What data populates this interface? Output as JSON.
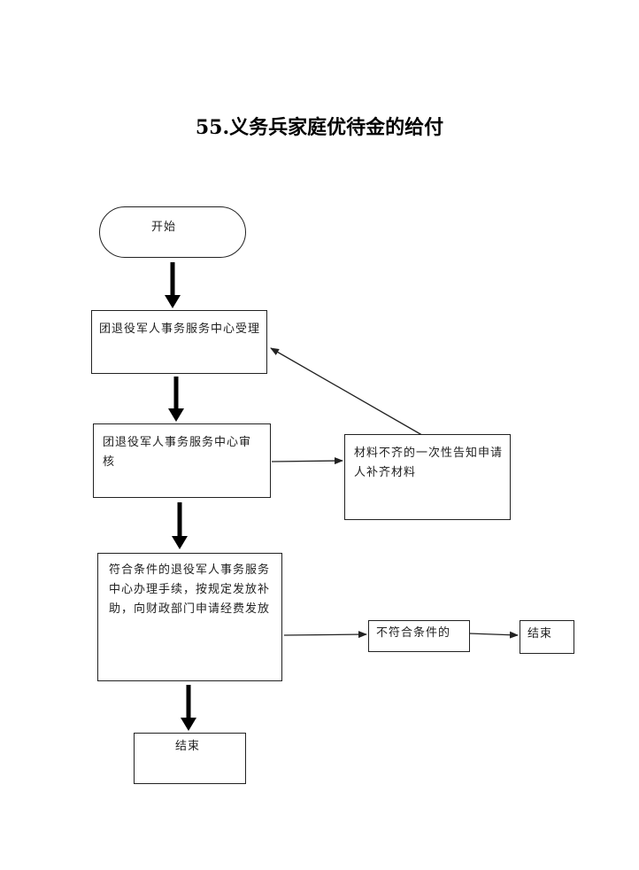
{
  "title": "55.义务兵家庭优待金的给付",
  "nodes": {
    "start": "开始",
    "accept": "团退役军人事务服务中心受理",
    "review": "团退役军人事务服务中心审核",
    "incomplete": "材料不齐的一次性告知申请人补齐材料",
    "process": "符合条件的退役军人事务服务中心办理手续，按规定发放补助，向财政部门申请经费发放",
    "not_eligible": "不符合条件的",
    "end_side": "结束",
    "end_main": "结束"
  }
}
